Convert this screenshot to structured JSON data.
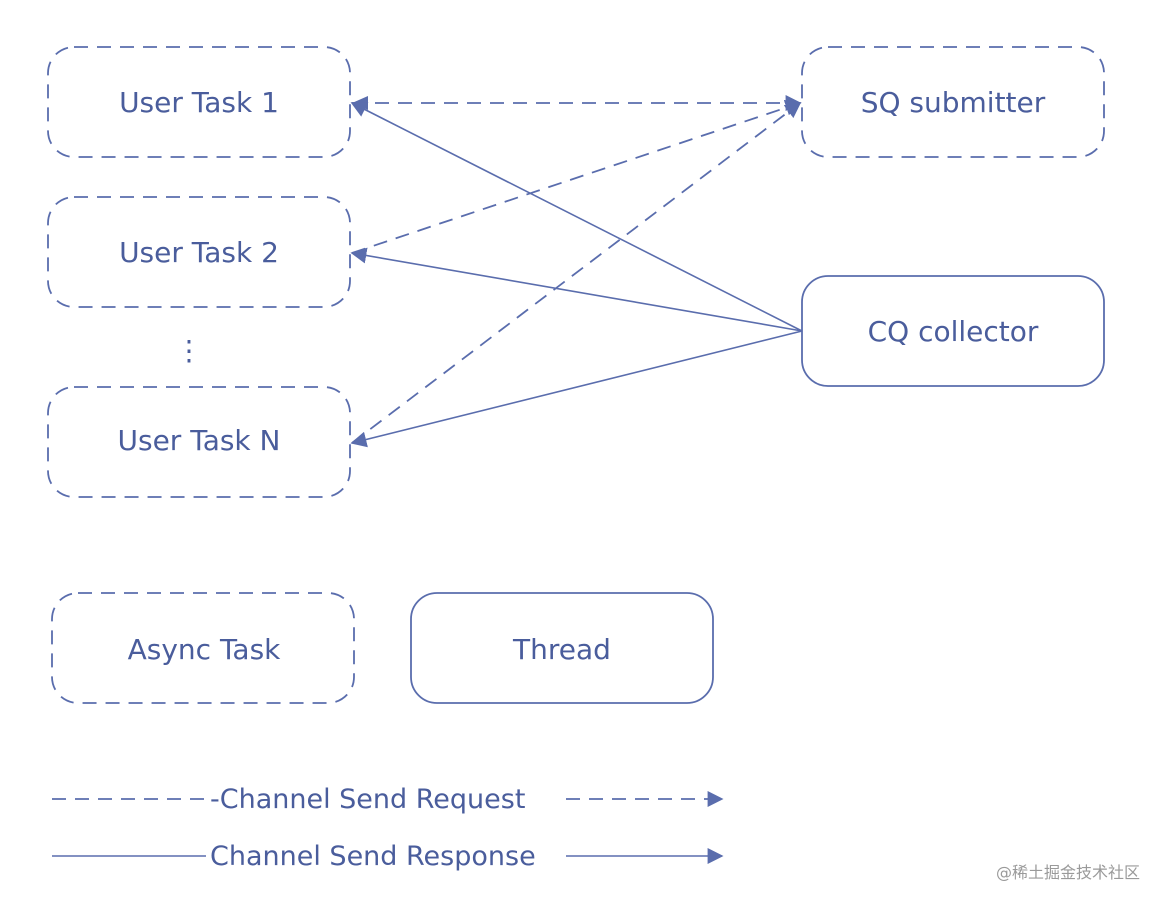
{
  "colors": {
    "stroke": "#5a6dad",
    "text": "#4a5d9c",
    "watermark": "#9a9a9a"
  },
  "nodes": {
    "user_task_1": "User Task 1",
    "user_task_2": "User Task 2",
    "ellipsis": "⋮",
    "user_task_n": "User Task N",
    "sq_submitter": "SQ submitter",
    "cq_collector": "CQ collector",
    "async_task": "Async Task",
    "thread": "Thread"
  },
  "legend": {
    "request": "-Channel Send Request",
    "response": "Channel Send Response"
  },
  "watermark": "@稀土掘金技术社区"
}
